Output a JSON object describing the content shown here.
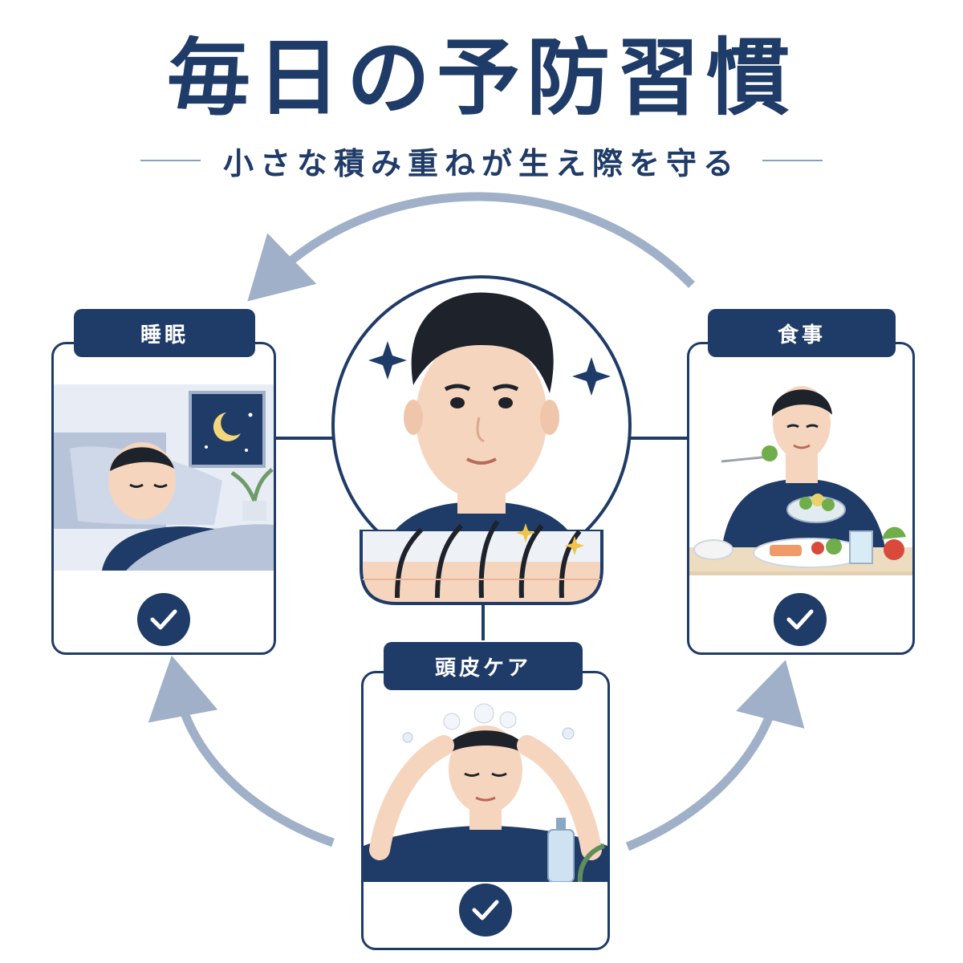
{
  "title": "毎日の予防習慣",
  "subtitle": "小さな積み重ねが生え際を守る",
  "habits": [
    {
      "label": "睡眠"
    },
    {
      "label": "食事"
    },
    {
      "label": "頭皮ケア"
    }
  ],
  "colors": {
    "navy": "#1f3b68",
    "arrow": "#9fb0c8",
    "skin": "#f6d5bf",
    "hair": "#1e222b"
  }
}
